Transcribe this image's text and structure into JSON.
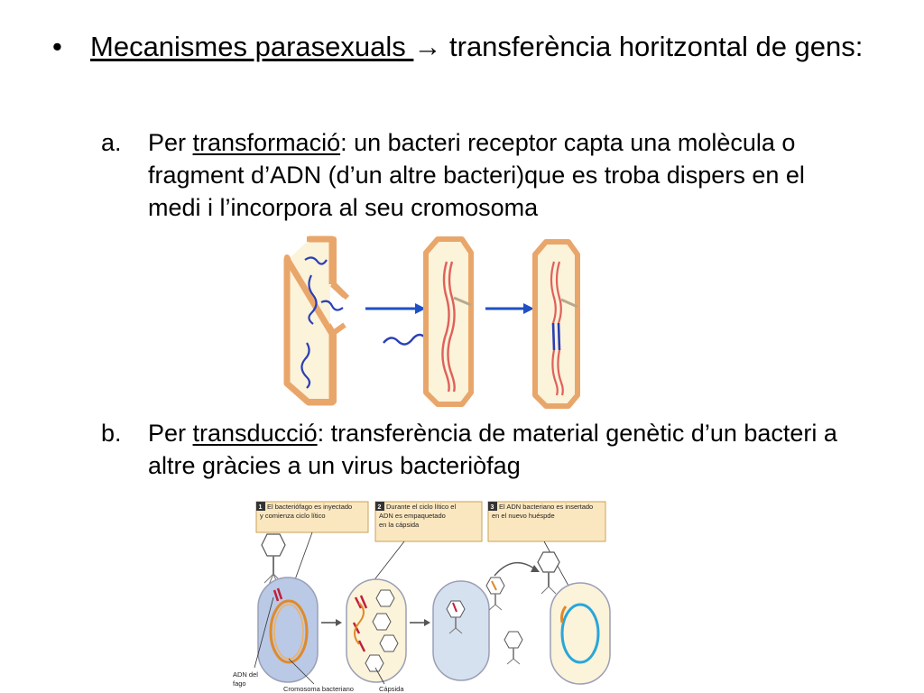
{
  "bullet": {
    "title": "Mecanismes parasexuals ",
    "arrow": "→",
    "rest": " transferència horitzontal de gens:"
  },
  "items": [
    {
      "marker": "a.",
      "prefix": "Per ",
      "term": "transformació",
      "text": ": un bacteri receptor capta una molècula o fragment d’ADN (d’un altre bacteri)que es troba dispers en el medi i l’incorpora al seu cromosoma"
    },
    {
      "marker": "b.",
      "prefix": "Per ",
      "term": "transducció",
      "text": ": transferència de material genètic d’un bacteri a altre gràcies a un virus bacteriòfag"
    }
  ],
  "transduction_figure": {
    "callouts": [
      {
        "num": "1",
        "line1": "El bacteriófago es inyectado",
        "line2": "y comienza ciclo lítico",
        "line3": ""
      },
      {
        "num": "2",
        "line1": "Durante el ciclo lítico el",
        "line2": "ADN es empaquetado",
        "line3": "en la cápsida"
      },
      {
        "num": "3",
        "line1": "El ADN bacteriano es insertado",
        "line2": "en el nuevo huéspde",
        "line3": ""
      }
    ],
    "labels": {
      "phage_dna_1": "ADN del",
      "phage_dna_2": "fago",
      "chromosome": "Cromosoma bacteriano",
      "capsid": "Cápsida"
    }
  },
  "colors": {
    "cell_wall": "#e9a66a",
    "cell_fill": "#fbf3da",
    "bacterial_dna": "#e0605a",
    "foreign_dna": "#2b3fb5",
    "arrow_blue": "#1f4fc4",
    "phage_cell_fill": "#b9c9e6",
    "callout_fill": "#fbe7bf",
    "callout_border": "#c9a25a"
  }
}
